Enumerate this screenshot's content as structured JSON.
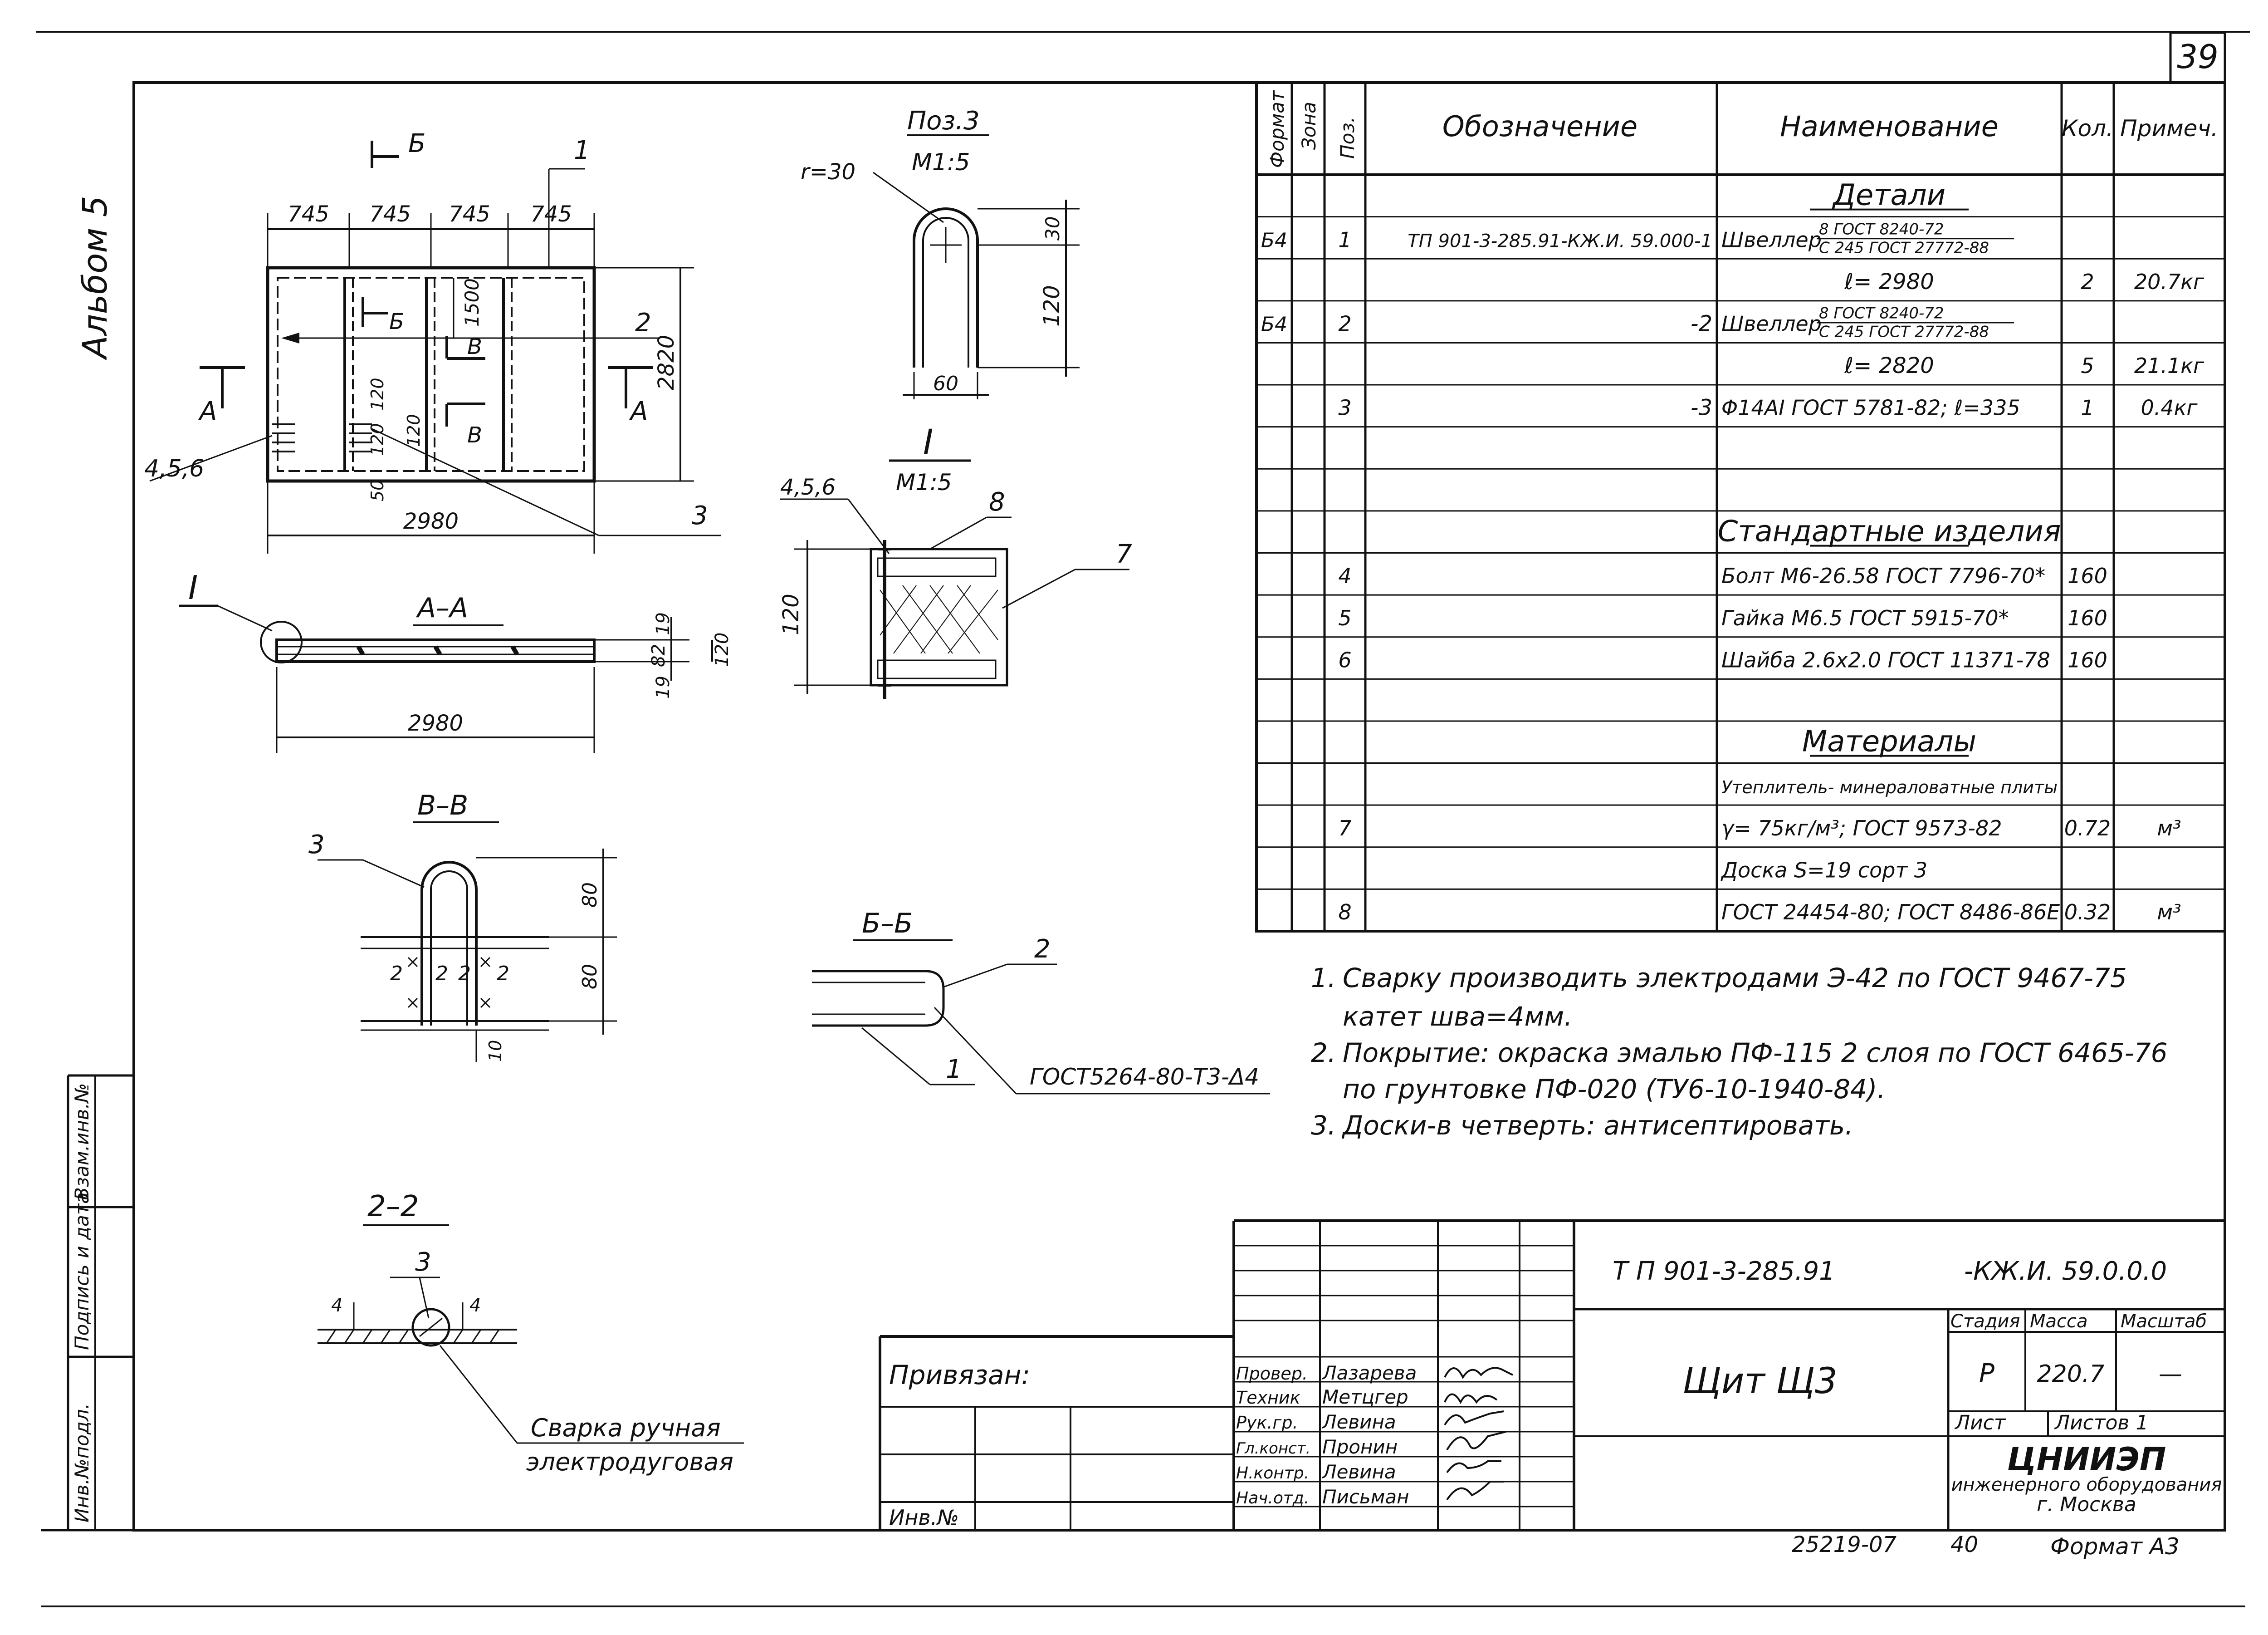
{
  "sheet_number": "39",
  "album": "Альбом 5",
  "views": {
    "plan": {
      "section_b": "Б",
      "section_a_left": "А",
      "section_a_right": "А",
      "section_v_top": "В",
      "section_v_bottom": "В",
      "dims_top": [
        "745",
        "745",
        "745",
        "745"
      ],
      "dim_1500": "1500",
      "dim_2820": "2820",
      "dim_120a": "120",
      "dim_120b": "120",
      "dim_120c": "120",
      "dim_50": "50",
      "dim_2980": "2980",
      "callout_1": "1",
      "callout_2": "2",
      "callout_3": "3",
      "callout_456": "4,5,6"
    },
    "pos3": {
      "title": "Поз.3",
      "scale": "М1:5",
      "radius": "r=30",
      "dim_30": "30",
      "dim_120": "120",
      "dim_60": "60"
    },
    "aa": {
      "title": "А–А",
      "node_mark": "I",
      "dim_19a": "19",
      "dim_82": "82",
      "dim_19b": "19",
      "dim_120": "120",
      "dim_2980": "2980"
    },
    "node1": {
      "title": "I",
      "scale": "М1:5",
      "callout_456": "4,5,6",
      "callout_8": "8",
      "callout_7": "7",
      "dim_120": "120"
    },
    "vv": {
      "title": "В–В",
      "callout_3": "3",
      "dim_80a": "80",
      "dim_80b": "80",
      "dim_10": "10",
      "weld_marks": [
        "2",
        "2",
        "2",
        "2"
      ]
    },
    "bb": {
      "title": "Б–Б",
      "callout_2": "2",
      "callout_1": "1",
      "weld_note": "ГОСТ5264-80-Т3-Δ4"
    },
    "s22": {
      "title": "2–2",
      "callout_3": "3",
      "dim_4a": "4",
      "dim_4b": "4",
      "weld_label_1": "Сварка ручная",
      "weld_label_2": "электродуговая"
    }
  },
  "spec_table": {
    "headers": {
      "format": "Формат",
      "zone": "Зона",
      "pos": "Поз.",
      "designation": "Обозначение",
      "name": "Наименование",
      "qty": "Кол.",
      "note": "Примеч."
    },
    "rows": [
      {
        "format": "",
        "pos": "",
        "designation": "",
        "name": "Детали",
        "qty": "",
        "note": "",
        "heading": true
      },
      {
        "format": "Б4",
        "pos": "1",
        "designation": "ТП 901-3-285.91-КЖ.И. 59.000-1",
        "name": "Швеллер",
        "name_top": "8 ГОСТ 8240-72",
        "name_bottom": "С 245 ГОСТ 27772-88",
        "qty": "",
        "note": ""
      },
      {
        "format": "",
        "pos": "",
        "designation": "",
        "name": "ℓ= 2980",
        "qty": "2",
        "note": "20.7кг"
      },
      {
        "format": "Б4",
        "pos": "2",
        "designation": "-2",
        "name": "Швеллер",
        "name_top": "8 ГОСТ 8240-72",
        "name_bottom": "С 245 ГОСТ 27772-88",
        "qty": "",
        "note": ""
      },
      {
        "format": "",
        "pos": "",
        "designation": "",
        "name": "ℓ= 2820",
        "qty": "5",
        "note": "21.1кг"
      },
      {
        "format": "",
        "pos": "3",
        "designation": "-3",
        "name": "Φ14АI ГОСТ 5781-82; ℓ=335",
        "qty": "1",
        "note": "0.4кг"
      },
      {
        "format": "",
        "pos": "",
        "designation": "",
        "name": "",
        "qty": "",
        "note": ""
      },
      {
        "format": "",
        "pos": "",
        "designation": "",
        "name": "",
        "qty": "",
        "note": ""
      },
      {
        "format": "",
        "pos": "",
        "designation": "",
        "name": "Стандартные изделия",
        "qty": "",
        "note": "",
        "heading": true
      },
      {
        "format": "",
        "pos": "4",
        "designation": "",
        "name": "Болт М6-26.58 ГОСТ 7796-70*",
        "qty": "160",
        "note": ""
      },
      {
        "format": "",
        "pos": "5",
        "designation": "",
        "name": "Гайка М6.5 ГОСТ 5915-70*",
        "qty": "160",
        "note": ""
      },
      {
        "format": "",
        "pos": "6",
        "designation": "",
        "name": "Шайба 2.6х2.0 ГОСТ 11371-78",
        "qty": "160",
        "note": ""
      },
      {
        "format": "",
        "pos": "",
        "designation": "",
        "name": "",
        "qty": "",
        "note": ""
      },
      {
        "format": "",
        "pos": "",
        "designation": "",
        "name": "Материалы",
        "qty": "",
        "note": "",
        "heading": true
      },
      {
        "format": "",
        "pos": "",
        "designation": "",
        "name": "Утеплитель- минераловатные плиты",
        "qty": "",
        "note": ""
      },
      {
        "format": "",
        "pos": "7",
        "designation": "",
        "name": "γ= 75кг/м³; ГОСТ 9573-82",
        "qty": "0.72",
        "note": "м³"
      },
      {
        "format": "",
        "pos": "",
        "designation": "",
        "name": "Доска S=19 сорт 3",
        "qty": "",
        "note": ""
      },
      {
        "format": "",
        "pos": "8",
        "designation": "",
        "name": "ГОСТ 24454-80; ГОСТ 8486-86Е",
        "qty": "0.32",
        "note": "м³"
      }
    ]
  },
  "notes": [
    {
      "num": "1.",
      "line1": "Сварку производить электродами Э-42 по ГОСТ 9467-75",
      "line2": "катет шва=4мм."
    },
    {
      "num": "2.",
      "line1": "Покрытие: окраска эмалью ПФ-115 2 слоя по ГОСТ 6465-76",
      "line2": "по грунтовке ПФ-020 (ТУ6-10-1940-84)."
    },
    {
      "num": "3.",
      "line1": "Доски-в четверть: антисептировать.",
      "line2": ""
    }
  ],
  "title_block": {
    "code_left": "Т П 901-3-285.91",
    "code_right": "-КЖ.И. 59.0.0.0",
    "title": "Щит Щ3",
    "stage_label": "Стадия",
    "mass_label": "Масса",
    "scale_label": "Масштаб",
    "stage": "Р",
    "mass": "220.7",
    "scale": "—",
    "sheet_label": "Лист",
    "sheets_label": "Листов 1",
    "org_1": "ЦНИИЭП",
    "org_2": "инженерного оборудования",
    "org_3": "г. Москва",
    "bound_label": "Привязан:",
    "inv_label": "Инв.№",
    "signatures": [
      {
        "role": "Провер.",
        "name": "Лазарева"
      },
      {
        "role": "Техник",
        "name": "Метцгер"
      },
      {
        "role": "Рук.гр.",
        "name": "Левина"
      },
      {
        "role": "Гл.конст.",
        "name": "Пронин"
      },
      {
        "role": "Н.контр.",
        "name": "Левина"
      },
      {
        "role": "Нач.отд.",
        "name": "Письман"
      }
    ]
  },
  "side_stamp": {
    "inv_orig": "Инв.№подл.",
    "sign_date": "Подпись и дата",
    "replace_inv": "Взам.инв.№"
  },
  "footer": {
    "order_number": "25219-07",
    "page": "40",
    "format": "Формат А3"
  }
}
